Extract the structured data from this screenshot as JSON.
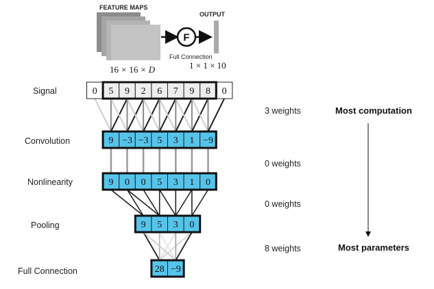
{
  "header": {
    "feature_maps": "FEATURE MAPS",
    "output": "OUTPUT",
    "f_symbol": "F",
    "full_connection": "Full Connection",
    "feature_maps_dims": [
      "16",
      "×",
      "16",
      "×",
      "D"
    ],
    "output_dims": "1 × 1 × 10"
  },
  "layers": [
    {
      "key": "signal",
      "label": "Signal",
      "values": [
        "0",
        "5",
        "9",
        "2",
        "6",
        "7",
        "9",
        "8",
        "0"
      ],
      "color": "#ffffff",
      "padded": true
    },
    {
      "key": "convolution",
      "label": "Convolution",
      "values": [
        "9",
        "−3",
        "−3",
        "5",
        "3",
        "1",
        "−9"
      ],
      "color": "#56c4ea",
      "padded": false
    },
    {
      "key": "nonlinearity",
      "label": "Nonlinearity",
      "values": [
        "9",
        "0",
        "0",
        "5",
        "3",
        "1",
        "0"
      ],
      "color": "#56c4ea",
      "padded": false
    },
    {
      "key": "pooling",
      "label": "Pooling",
      "values": [
        "9",
        "5",
        "3",
        "0"
      ],
      "color": "#56c4ea",
      "padded": false
    },
    {
      "key": "full_connection",
      "label": "Full Connection",
      "values": [
        "28",
        "−9"
      ],
      "color": "#56c4ea",
      "padded": false
    }
  ],
  "weights": [
    "3 weights",
    "0 weights",
    "0 weights",
    "8 weights"
  ],
  "side": {
    "top": "Most computation",
    "bottom": "Most parameters"
  },
  "colors": {
    "accent": "#56c4ea",
    "signal_inner": "#eeeeee",
    "maps": "#c4c4c4",
    "output_bar": "#aaaaaa"
  }
}
